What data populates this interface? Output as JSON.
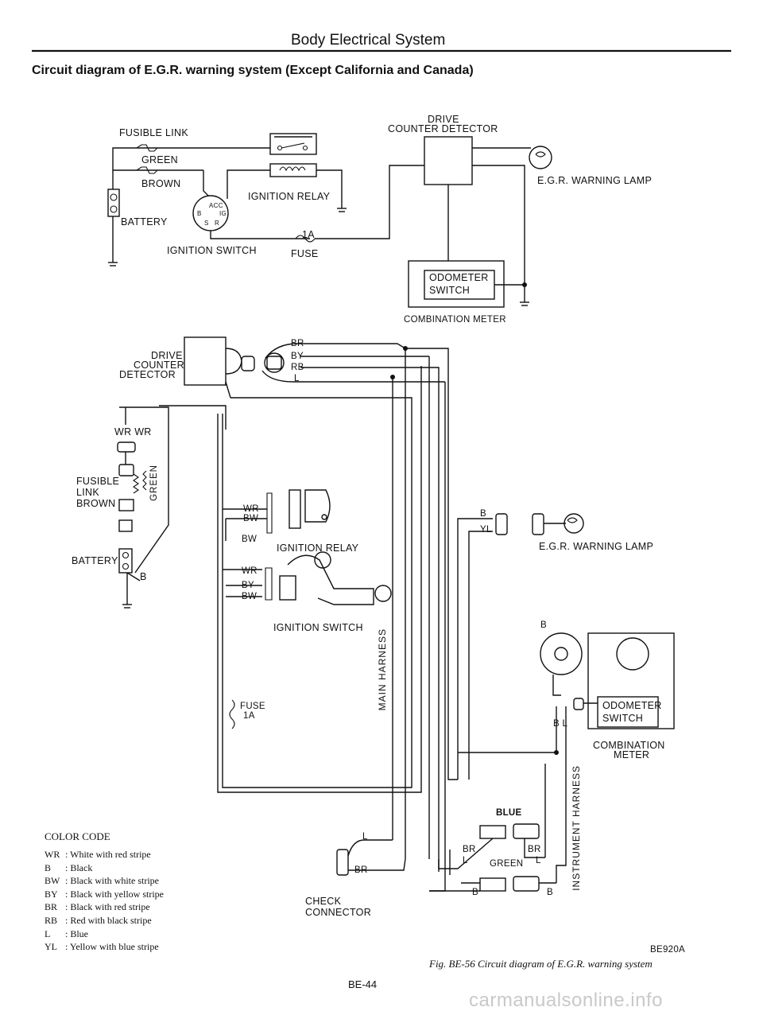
{
  "header": {
    "section_title": "Body Electrical System",
    "figure_title": "Circuit diagram of E.G.R. warning system (Except California and Canada)"
  },
  "schematic": {
    "fusible_link": "FUSIBLE LINK",
    "green": "GREEN",
    "brown": "BROWN",
    "battery": "BATTERY",
    "ignition_switch": "IGNITION SWITCH",
    "ignition_relay": "IGNITION RELAY",
    "fuse_rating": "1A",
    "fuse": "FUSE",
    "drive_counter_detector_1": "DRIVE",
    "drive_counter_detector_2": "COUNTER DETECTOR",
    "egr_warning_lamp": "E.G.R. WARNING LAMP",
    "odometer_switch_1": "ODOMETER",
    "odometer_switch_2": "SWITCH",
    "combination_meter": "COMBINATION METER",
    "switch_terminals": [
      "ACC",
      "B",
      "IG",
      "S",
      "R"
    ]
  },
  "wiring": {
    "drive_1": "DRIVE",
    "drive_2": "COUNTER",
    "drive_3": "DETECTOR",
    "wires_top": [
      "BR",
      "BY",
      "RB",
      "L"
    ],
    "wr_pair": "WR WR",
    "fusible": "FUSIBLE",
    "link": "LINK",
    "brown": "BROWN",
    "green": "GREEN",
    "battery": "BATTERY",
    "b": "B",
    "relay_wires": [
      "WR",
      "BW"
    ],
    "bw": "BW",
    "ignition_relay": "IGNITION RELAY",
    "switch_wires": [
      "WR",
      "BY",
      "BW"
    ],
    "ignition_switch": "IGNITION SWITCH",
    "fuse": "FUSE",
    "fuse_rating": "1A",
    "main_harness": "MAIN HARNESS",
    "lamp_wires": [
      "B",
      "YL"
    ],
    "egr_warning_lamp": "E.G.R. WARNING LAMP",
    "meter_b": "B",
    "odometer_1": "ODOMETER",
    "odometer_2": "SWITCH",
    "bl": "B L",
    "combination_1": "COMBINATION",
    "combination_2": "METER",
    "instrument_harness": "INSTRUMENT HARNESS",
    "blue": "BLUE",
    "br_left": "BR",
    "br_right": "BR",
    "l_mid": "L",
    "l_right": "L",
    "b_left": "B",
    "b_right": "B",
    "check_l": "L",
    "check_br": "BR",
    "check_1": "CHECK",
    "check_2": "CONNECTOR"
  },
  "color_code": {
    "title": "COLOR CODE",
    "rows": [
      {
        "code": "WR",
        "desc": ": White with red stripe"
      },
      {
        "code": "B",
        "desc": ": Black"
      },
      {
        "code": "BW",
        "desc": ": Black with white stripe"
      },
      {
        "code": "BY",
        "desc": ": Black with yellow stripe"
      },
      {
        "code": "BR",
        "desc": ": Black with red stripe"
      },
      {
        "code": "RB",
        "desc": ": Red with black stripe"
      },
      {
        "code": "L",
        "desc": ": Blue"
      },
      {
        "code": "YL",
        "desc": ": Yellow with blue stripe"
      }
    ]
  },
  "footer": {
    "code": "BE920A",
    "caption": "Fig. BE-56 Circuit diagram of E.G.R. warning system",
    "page": "BE-44"
  },
  "watermark": "carmanualsonline.info"
}
